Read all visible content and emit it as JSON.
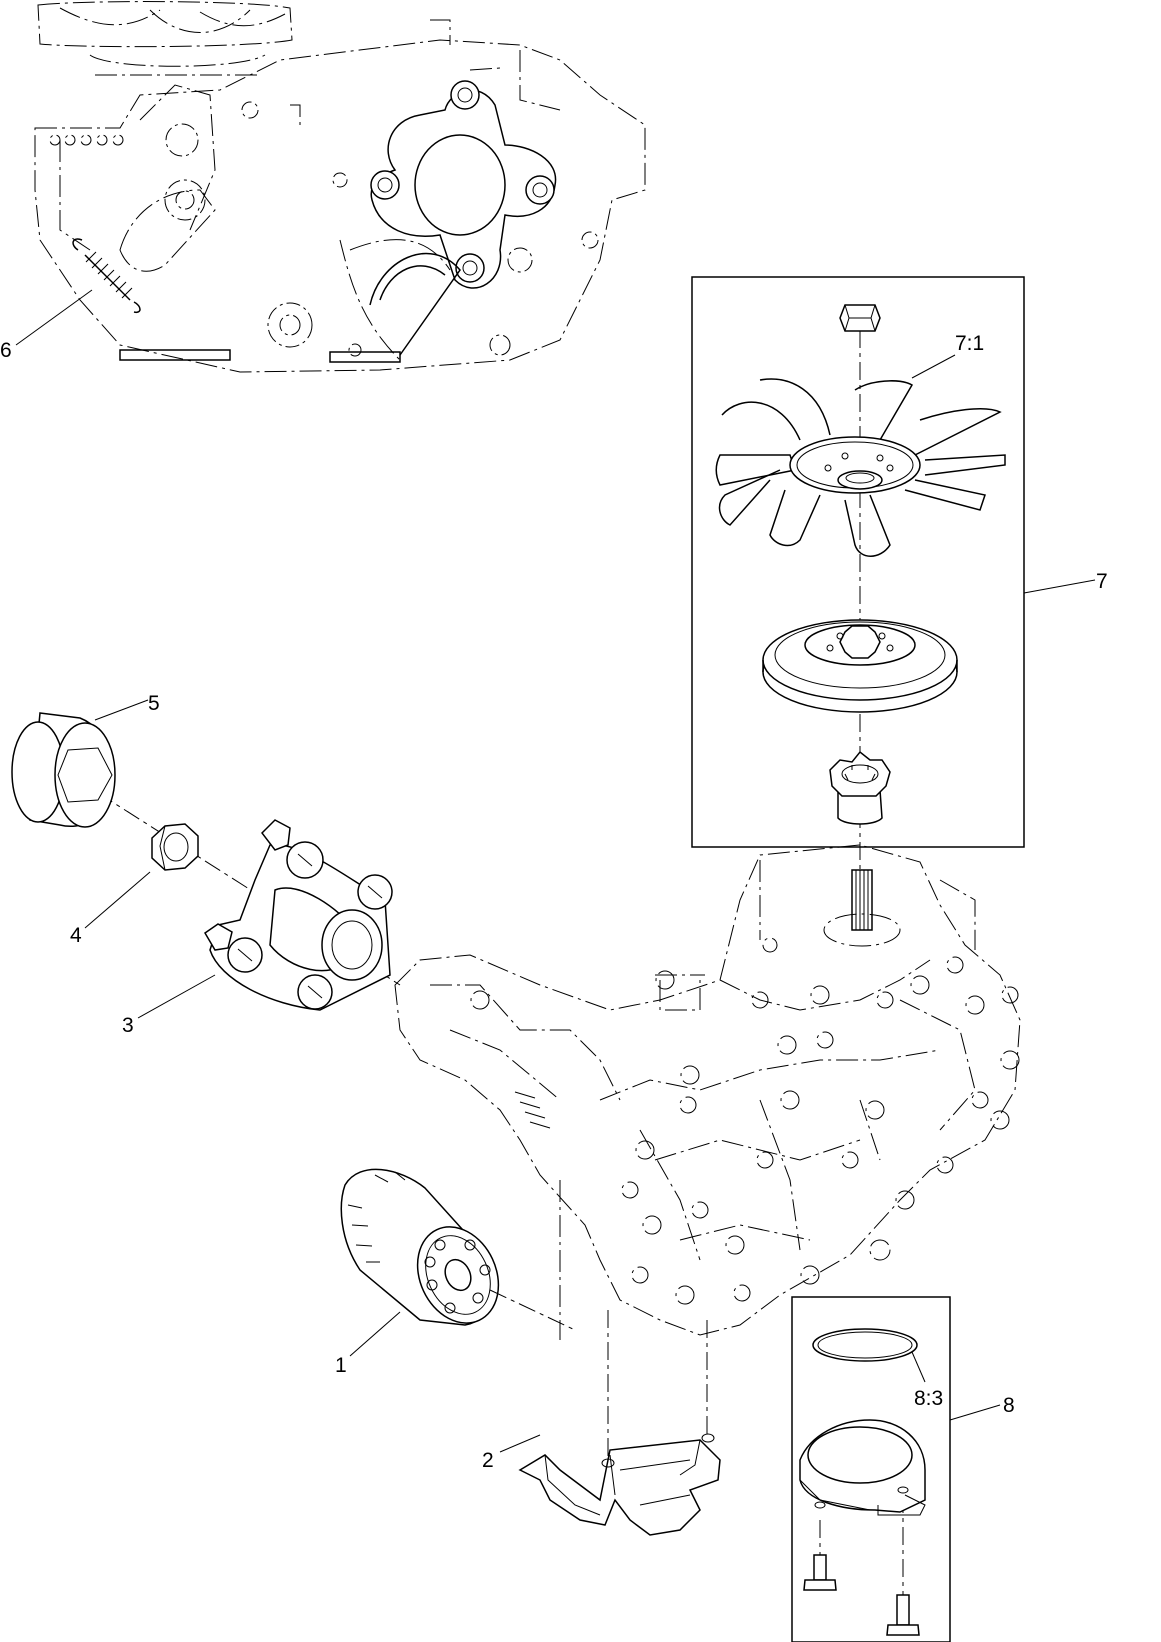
{
  "callouts": {
    "c1": "1",
    "c2": "2",
    "c3": "3",
    "c4": "4",
    "c5": "5",
    "c6": "6",
    "c7": "7",
    "c7_1": "7:1",
    "c8": "8",
    "c8_3": "8:3"
  }
}
